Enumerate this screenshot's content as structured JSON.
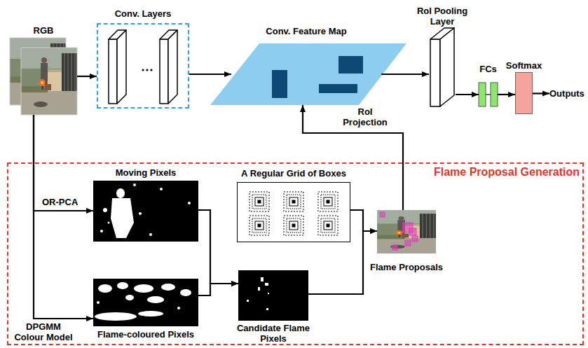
{
  "diagram": {
    "nodes": [
      {
        "text": [
          "RGB"
        ]
      },
      {
        "text": [
          "Conv. Layers"
        ]
      },
      {
        "text": [
          "Conv. Feature Map"
        ]
      },
      {
        "text": [
          "RoI Pooling Layer"
        ]
      },
      {
        "text": [
          "FCs"
        ]
      },
      {
        "text": [
          "Softmax"
        ]
      },
      {
        "text": [
          "Outputs"
        ]
      },
      {
        "text": [
          "Flame Proposal Generation"
        ]
      },
      {
        "text": [
          "Moving Pixels"
        ],
        "in": 7
      },
      {
        "text": [
          "A Regular Grid of Boxes"
        ],
        "in": 7
      },
      {
        "text": [
          "Flame-coloured Pixels"
        ],
        "in": 7
      },
      {
        "text": [
          "Candidate Flame Pixels"
        ],
        "in": 7
      },
      {
        "text": [
          "Flame Proposals"
        ],
        "in": 7
      }
    ],
    "edges": [
      {
        "from": 0,
        "to": 1,
        "arrow": "to"
      },
      {
        "from": 1,
        "to": 2,
        "arrow": "to"
      },
      {
        "from": 2,
        "to": 3,
        "arrow": "to"
      },
      {
        "from": 3,
        "to": 4,
        "arrow": "to"
      },
      {
        "from": 4,
        "to": 5,
        "arrow": "to"
      },
      {
        "from": 5,
        "to": 6,
        "arrow": "to"
      },
      {
        "from": 0,
        "to": 8,
        "label": "OR-PCA",
        "arrow": "to"
      },
      {
        "from": 0,
        "to": 10,
        "label": "DPGMM Colour Model",
        "arrow": "to"
      },
      {
        "from": 8,
        "to": 11,
        "arrow": "to"
      },
      {
        "from": 10,
        "to": 11,
        "arrow": "to"
      },
      {
        "from": 9,
        "to": 12,
        "arrow": "to"
      },
      {
        "from": 11,
        "to": 12,
        "arrow": "to"
      },
      {
        "from": 12,
        "to": 2,
        "label": "RoI Projection",
        "arrow": "to"
      }
    ]
  }
}
